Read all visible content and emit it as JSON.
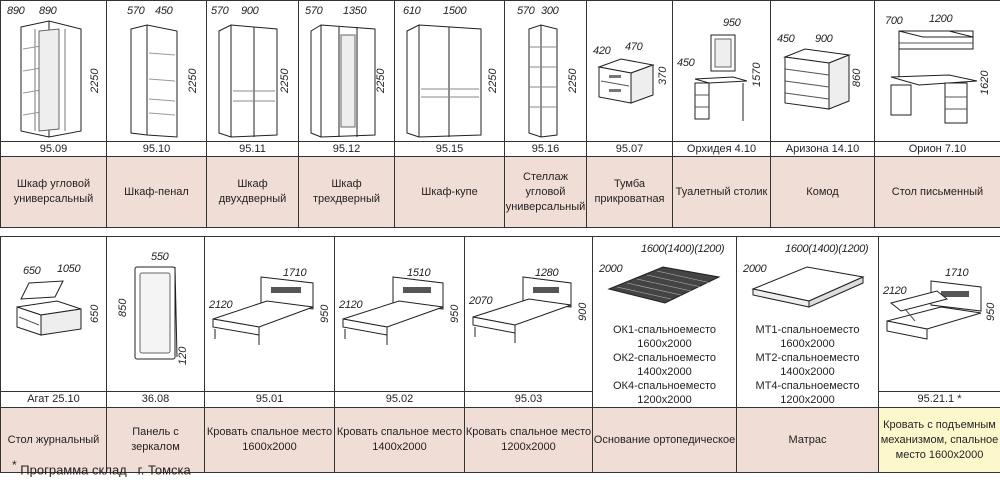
{
  "row1": [
    {
      "code": "95.09",
      "name": "Шкаф угловой универсальный",
      "dims": [
        "890",
        "890",
        "2250"
      ],
      "icon": "corner-wardrobe-drawing"
    },
    {
      "code": "95.10",
      "name": "Шкаф-пенал",
      "dims": [
        "570",
        "450",
        "2250"
      ],
      "icon": "pencil-case-wardrobe-drawing"
    },
    {
      "code": "95.11",
      "name": "Шкаф двухдверный",
      "dims": [
        "570",
        "900",
        "2250"
      ],
      "icon": "two-door-wardrobe-drawing"
    },
    {
      "code": "95.12",
      "name": "Шкаф трехдверный",
      "dims": [
        "570",
        "1350",
        "2250"
      ],
      "icon": "three-door-wardrobe-drawing"
    },
    {
      "code": "95.15",
      "name": "Шкаф-купе",
      "dims": [
        "610",
        "1500",
        "2250"
      ],
      "icon": "sliding-wardrobe-drawing"
    },
    {
      "code": "95.16",
      "name": "Стеллаж угловой универсальный",
      "dims": [
        "570",
        "300",
        "2250"
      ],
      "icon": "corner-shelf-drawing"
    },
    {
      "code": "95.07",
      "name": "Тумба прикроватная",
      "dims": [
        "420",
        "470",
        "370"
      ],
      "icon": "nightstand-drawing"
    },
    {
      "code": "Орхидея 4.10",
      "name": "Туалетный столик",
      "dims": [
        "950",
        "450",
        "1570"
      ],
      "icon": "dressing-table-drawing"
    },
    {
      "code": "Аризона 14.10",
      "name": "Комод",
      "dims": [
        "450",
        "900",
        "860"
      ],
      "icon": "chest-of-drawers-drawing"
    },
    {
      "code": "Орион 7.10",
      "name": "Стол письменный",
      "dims": [
        "700",
        "1200",
        "1620"
      ],
      "icon": "writing-desk-drawing"
    }
  ],
  "row2": [
    {
      "code": "Агат 25.10",
      "name": "Стол журнальный",
      "dims": [
        "650",
        "1050",
        "650"
      ],
      "icon": "coffee-table-drawing"
    },
    {
      "code": "36.08",
      "name": "Панель с зеркалом",
      "dims": [
        "550",
        "850",
        "120"
      ],
      "icon": "mirror-panel-drawing"
    },
    {
      "code": "95.01",
      "name": "Кровать спальное место 1600х2000",
      "dims": [
        "1710",
        "2120",
        "950"
      ],
      "icon": "bed-1600-drawing"
    },
    {
      "code": "95.02",
      "name": "Кровать спальное место 1400х2000",
      "dims": [
        "1510",
        "2120",
        "950"
      ],
      "icon": "bed-1400-drawing"
    },
    {
      "code": "95.03",
      "name": "Кровать спальное место 1200х2000",
      "dims": [
        "1280",
        "2070",
        "900"
      ],
      "icon": "bed-1200-drawing"
    },
    {
      "code": "",
      "name": "Основание ортопедическое",
      "dims": [
        "2000",
        "1600(1400)(1200)"
      ],
      "icon": "orthopedic-base-drawing",
      "lines": [
        "ОК1-спальноеместо",
        "1600x2000",
        "ОК2-спальноеместо",
        "1400x2000",
        "ОК4-спальноеместо",
        "1200x2000"
      ]
    },
    {
      "code": "",
      "name": "Матрас",
      "dims": [
        "2000",
        "1600(1400)(1200)"
      ],
      "icon": "mattress-drawing",
      "lines": [
        "МТ1-спальноеместо",
        "1600x2000",
        "МТ2-спальноеместо",
        "1400x2000",
        "МТ4-спальноеместо",
        "1200x2000"
      ]
    },
    {
      "code": "95.21.1 *",
      "name": "Кровать с подъемным механизмом, спальное место 1600х2000",
      "dims": [
        "1710",
        "2120",
        "950"
      ],
      "icon": "lift-bed-drawing"
    }
  ],
  "footnote": {
    "star": "*",
    "text": "Программа склад   г. Томска"
  },
  "colors": {
    "name_bg": "#f0ddd6",
    "highlight_bg": "#fcf8cc",
    "line": "#333333"
  }
}
